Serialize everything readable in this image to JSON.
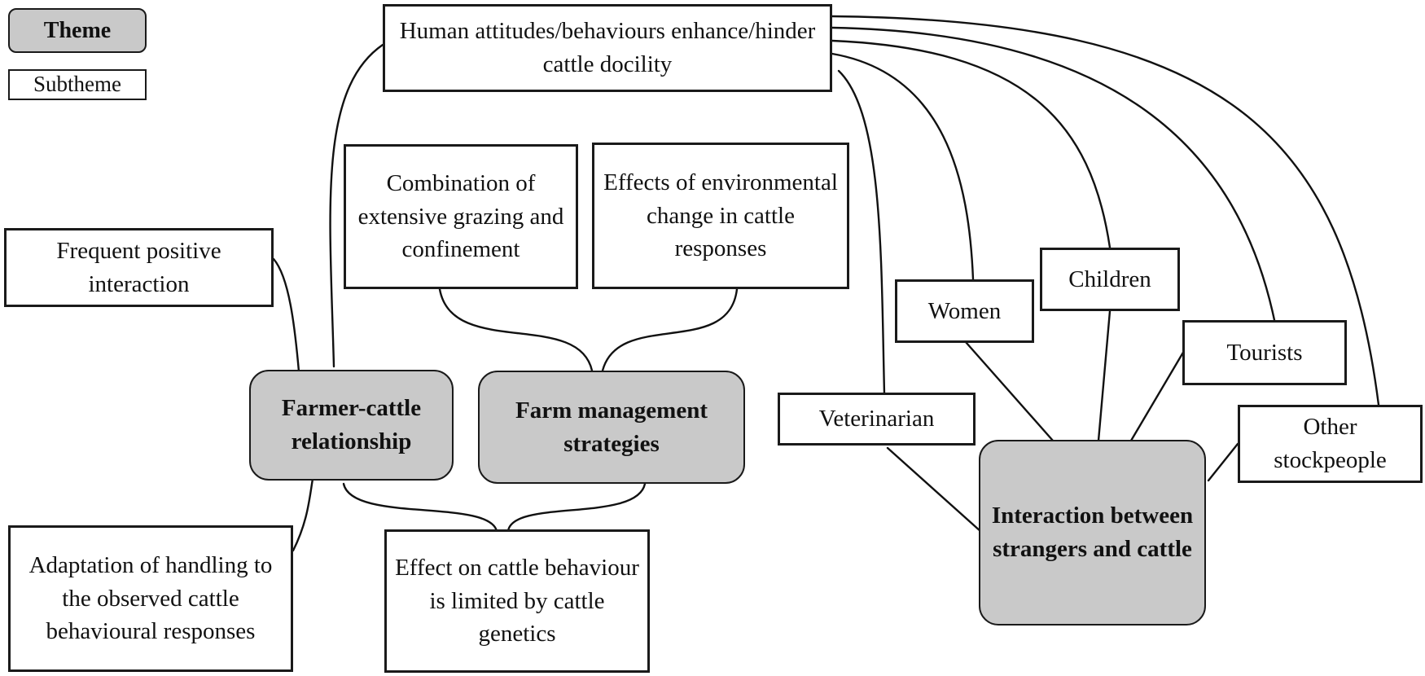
{
  "legend": {
    "theme": "Theme",
    "subtheme": "Subtheme"
  },
  "themes": {
    "farmer_cattle": "Farmer-cattle relationship",
    "farm_management": "Farm management strategies",
    "strangers": "Interaction between strangers and cattle"
  },
  "subthemes": {
    "human_attitudes": "Human attitudes/behaviours enhance/hinder cattle docility",
    "frequent_positive": "Frequent positive interaction",
    "adaptation_handling": "Adaptation of handling to the observed cattle behavioural responses",
    "combination_grazing": "Combination of extensive grazing and confinement",
    "environmental_change": "Effects of environmental change in cattle responses",
    "genetics_limit": "Effect on cattle behaviour is limited by cattle genetics",
    "veterinarian": "Veterinarian",
    "women": "Women",
    "children": "Children",
    "tourists": "Tourists",
    "other_stockpeople": "Other stockpeople"
  },
  "colors": {
    "theme_fill": "#c9c9c9",
    "subtheme_fill": "#ffffff",
    "line": "#111111"
  }
}
